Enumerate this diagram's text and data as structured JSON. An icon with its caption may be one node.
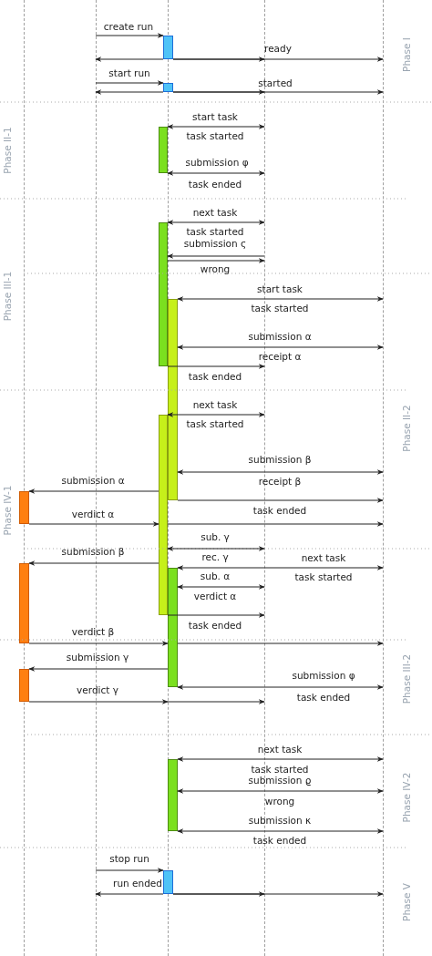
{
  "diagram": {
    "nodes": [
      {
        "text": [],
        "shape": "lifeline"
      },
      {
        "text": [],
        "shape": "lifeline"
      },
      {
        "text": [],
        "shape": "lifeline"
      },
      {
        "text": [],
        "shape": "lifeline"
      },
      {
        "text": [],
        "shape": "lifeline"
      },
      {
        "text": [],
        "shape": "bar"
      },
      {
        "text": [],
        "shape": "bar"
      },
      {
        "text": [],
        "shape": "bar"
      },
      {
        "text": [],
        "shape": "bar"
      },
      {
        "text": [],
        "shape": "bar"
      },
      {
        "text": [],
        "shape": "bar"
      },
      {
        "text": [],
        "shape": "bar"
      },
      {
        "text": [],
        "shape": "bar"
      },
      {
        "text": [],
        "shape": "bar"
      },
      {
        "text": [],
        "shape": "bar"
      },
      {
        "text": [],
        "shape": "bar"
      },
      {
        "text": [],
        "shape": "bar"
      }
    ],
    "edges": [
      {
        "from": 1,
        "to": 5,
        "arrow": "to",
        "label": "create run"
      },
      {
        "from": 5,
        "to": 1,
        "arrow": "to"
      },
      {
        "from": 5,
        "to": 3,
        "arrow": "to"
      },
      {
        "from": 5,
        "to": 4,
        "arrow": "to",
        "label": "ready"
      },
      {
        "from": 1,
        "to": 6,
        "arrow": "to",
        "label": "start run"
      },
      {
        "from": 6,
        "to": 1,
        "arrow": "to"
      },
      {
        "from": 6,
        "to": 3,
        "arrow": "to"
      },
      {
        "from": 6,
        "to": 4,
        "arrow": "to",
        "label": "started"
      },
      {
        "from": 7,
        "to": 3,
        "arrow": "both",
        "label": "start task"
      },
      {
        "from": 7,
        "to": 3,
        "arrow": "both",
        "label": "submission φ"
      },
      {
        "from": 8,
        "to": 3,
        "arrow": "both",
        "label": "next task"
      },
      {
        "from": 3,
        "to": 8,
        "arrow": "to",
        "label": "submission ς"
      },
      {
        "from": 8,
        "to": 3,
        "arrow": "to",
        "label": "wrong"
      },
      {
        "from": 9,
        "to": 4,
        "arrow": "both",
        "label": "start task"
      },
      {
        "from": 9,
        "to": 4,
        "arrow": "both",
        "label": "submission α"
      },
      {
        "from": 8,
        "to": 3,
        "arrow": "to",
        "label": "task ended"
      },
      {
        "from": 10,
        "to": 3,
        "arrow": "both",
        "label": "next task"
      },
      {
        "from": 9,
        "to": 4,
        "arrow": "both",
        "label": "submission β"
      },
      {
        "from": 10,
        "to": 11,
        "arrow": "to",
        "label": "submission α"
      },
      {
        "from": 9,
        "to": 4,
        "arrow": "to",
        "label": "task ended"
      },
      {
        "from": 11,
        "to": 10,
        "arrow": "to",
        "label": "verdict α"
      },
      {
        "from": 10,
        "to": 4,
        "arrow": "to"
      },
      {
        "from": 10,
        "to": 3,
        "arrow": "both",
        "label": "sub. γ"
      },
      {
        "from": 10,
        "to": 12,
        "arrow": "to",
        "label": "submission β"
      },
      {
        "from": 13,
        "to": 4,
        "arrow": "both",
        "label": "next task"
      },
      {
        "from": 13,
        "to": 3,
        "arrow": "both",
        "label": "sub. α"
      },
      {
        "from": 10,
        "to": 3,
        "arrow": "to",
        "label": "task ended"
      },
      {
        "from": 12,
        "to": 13,
        "arrow": "to",
        "label": "verdict β"
      },
      {
        "from": 13,
        "to": 4,
        "arrow": "to"
      },
      {
        "from": 13,
        "to": 14,
        "arrow": "to",
        "label": "submission γ"
      },
      {
        "from": 13,
        "to": 4,
        "arrow": "both",
        "label": "submission φ"
      },
      {
        "from": 14,
        "to": 2,
        "arrow": "to",
        "label": "verdict γ"
      },
      {
        "from": 2,
        "to": 3,
        "arrow": "to"
      },
      {
        "from": 15,
        "to": 4,
        "arrow": "both",
        "label": "next task"
      },
      {
        "from": 15,
        "to": 4,
        "arrow": "both",
        "label": "submission ϱ"
      },
      {
        "from": 15,
        "to": 4,
        "arrow": "both",
        "label": "submission κ"
      },
      {
        "from": 1,
        "to": 16,
        "arrow": "to",
        "label": "stop run"
      },
      {
        "from": 16,
        "to": 1,
        "arrow": "to",
        "label": "run ended"
      },
      {
        "from": 16,
        "to": 3,
        "arrow": "to"
      },
      {
        "from": 16,
        "to": 4,
        "arrow": "to"
      }
    ],
    "labels": [
      "Phase I",
      "task started",
      "Phase II-1",
      "task ended",
      "task started",
      "Phase III-1",
      "task started",
      "receipt α",
      "task started",
      "Phase II-2",
      "receipt β",
      "Phase IV-1",
      "rec. γ",
      "task started",
      "verdict α",
      "Phase III-2",
      "task ended",
      "task started",
      "Phase IV-2",
      "wrong",
      "task ended",
      "Phase V"
    ]
  }
}
